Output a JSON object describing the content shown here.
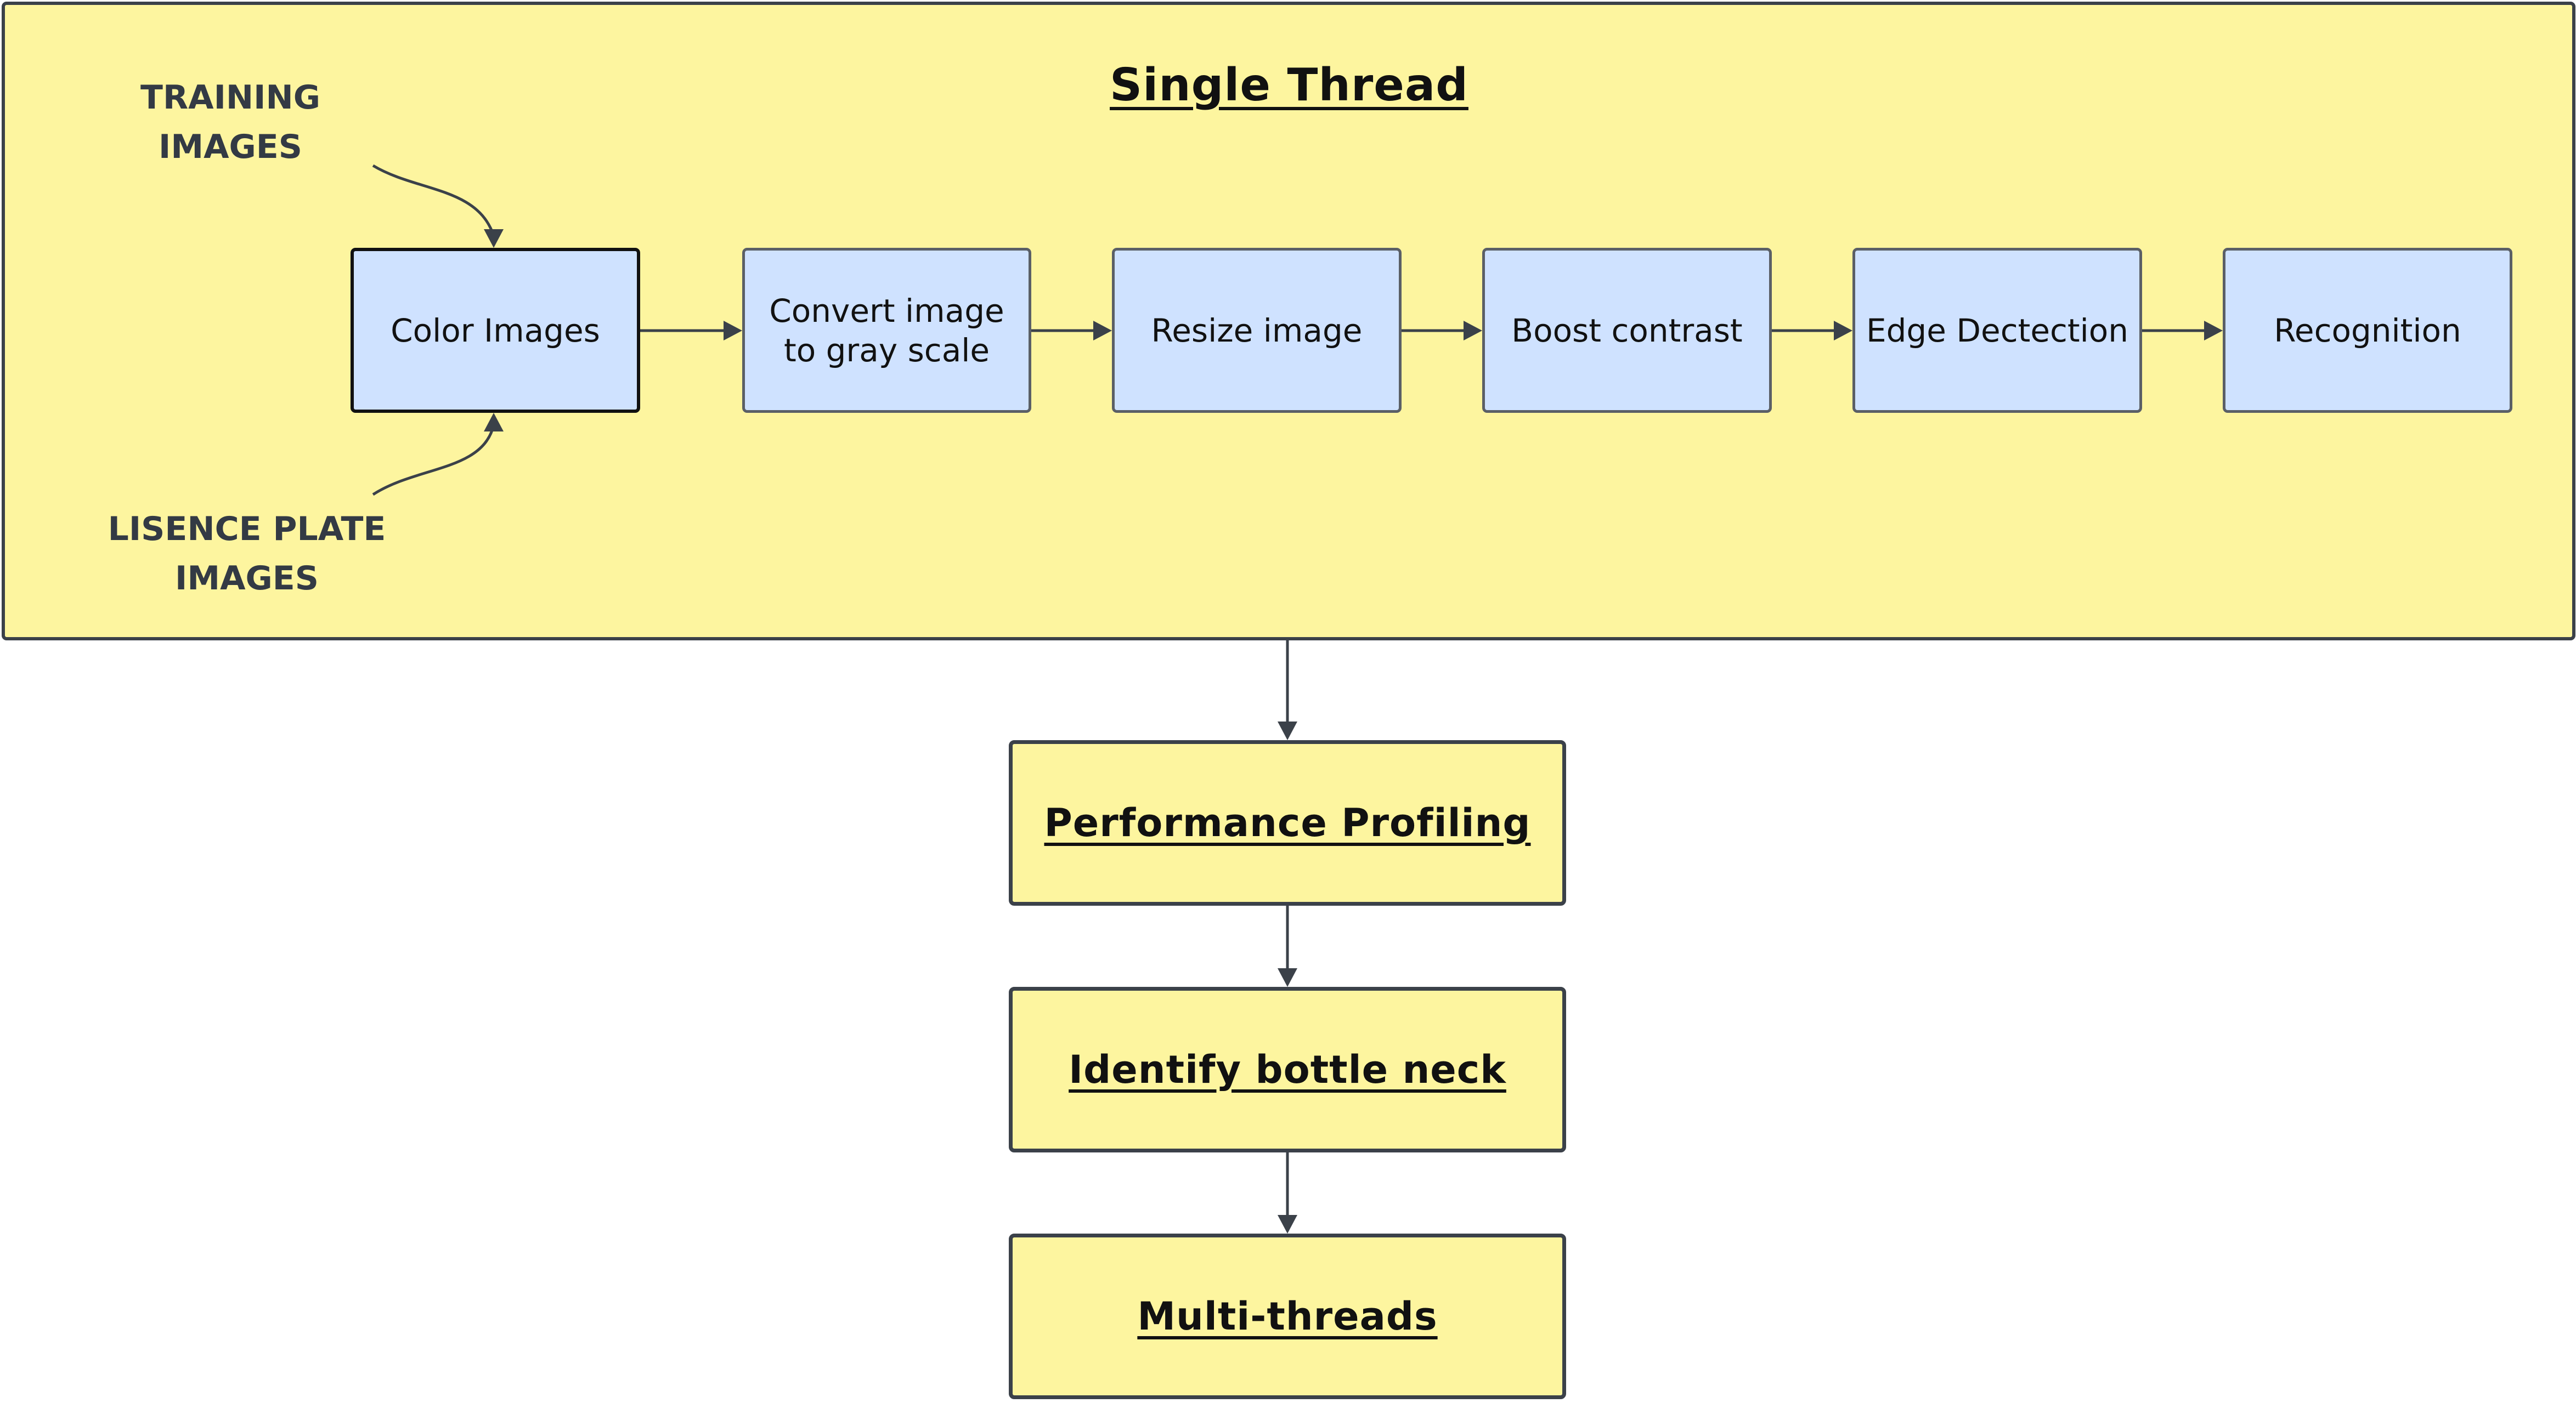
{
  "container": {
    "title": "Single Thread"
  },
  "inputs": {
    "training": "TRAINING\nIMAGES",
    "license": "LISENCE PLATE\nIMAGES"
  },
  "pipeline": [
    "Color Images",
    "Convert image\nto gray scale",
    "Resize image",
    "Boost contrast",
    "Edge Dectection",
    "Recognition"
  ],
  "stages": [
    "Performance Profiling",
    "Identify bottle neck",
    "Multi-threads"
  ],
  "colors": {
    "container_fill": "#fdf59f",
    "step_fill": "#cfe2ff",
    "stroke": "#3b4149"
  }
}
